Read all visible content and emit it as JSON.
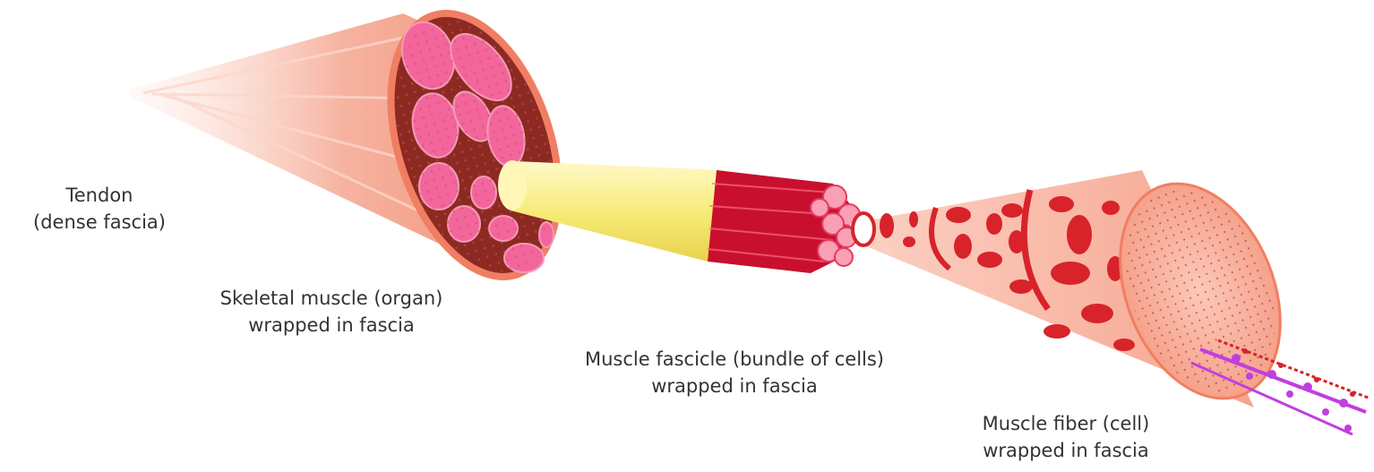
{
  "labels": {
    "tendon": {
      "line1": "Tendon",
      "line2": "(dense fascia)"
    },
    "organ": {
      "line1": "Skeletal muscle (organ)",
      "line2": "wrapped in fascia"
    },
    "fascicle": {
      "line1": "Muscle fascicle (bundle of cells)",
      "line2": "wrapped in fascia"
    },
    "fiber": {
      "line1": "Muscle fiber (cell)",
      "line2": "wrapped in fascia"
    }
  },
  "colors": {
    "tendon": "#f5a58f",
    "muscle_wall": "#f07e62",
    "fascicle_fill": "#f3669b",
    "fascia_tube": "#f7ec7a",
    "fiber_red": "#d8232a",
    "cell_pink": "#f9b8a6",
    "myofilament_purple": "#c13ee0"
  }
}
